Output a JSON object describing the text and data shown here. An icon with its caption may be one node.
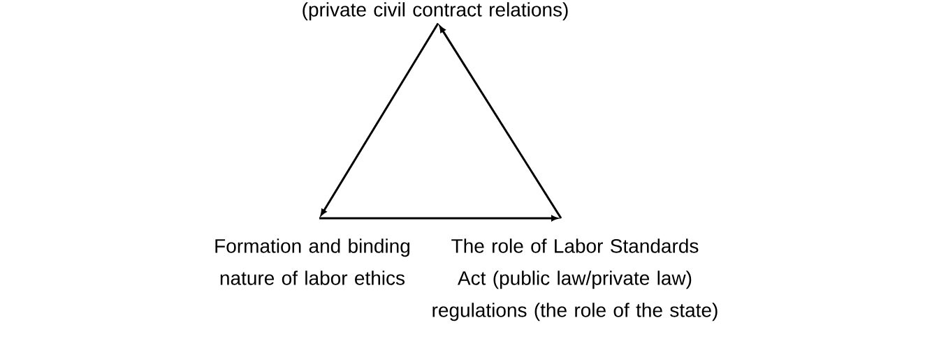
{
  "diagram": {
    "nodes": [
      {
        "text": [
          "(private civil contract relations)"
        ]
      },
      {
        "text": [
          "Formation and binding nature of labor ethics"
        ]
      },
      {
        "text": [
          "The role of Labor Standards Act (public law/private law) regulations (the role of the state)"
        ]
      }
    ],
    "edges": [
      {
        "from": 0,
        "to": 1,
        "arrow": "to"
      },
      {
        "from": 1,
        "to": 2,
        "arrow": "to"
      },
      {
        "from": 2,
        "to": 0,
        "arrow": "to"
      }
    ]
  }
}
